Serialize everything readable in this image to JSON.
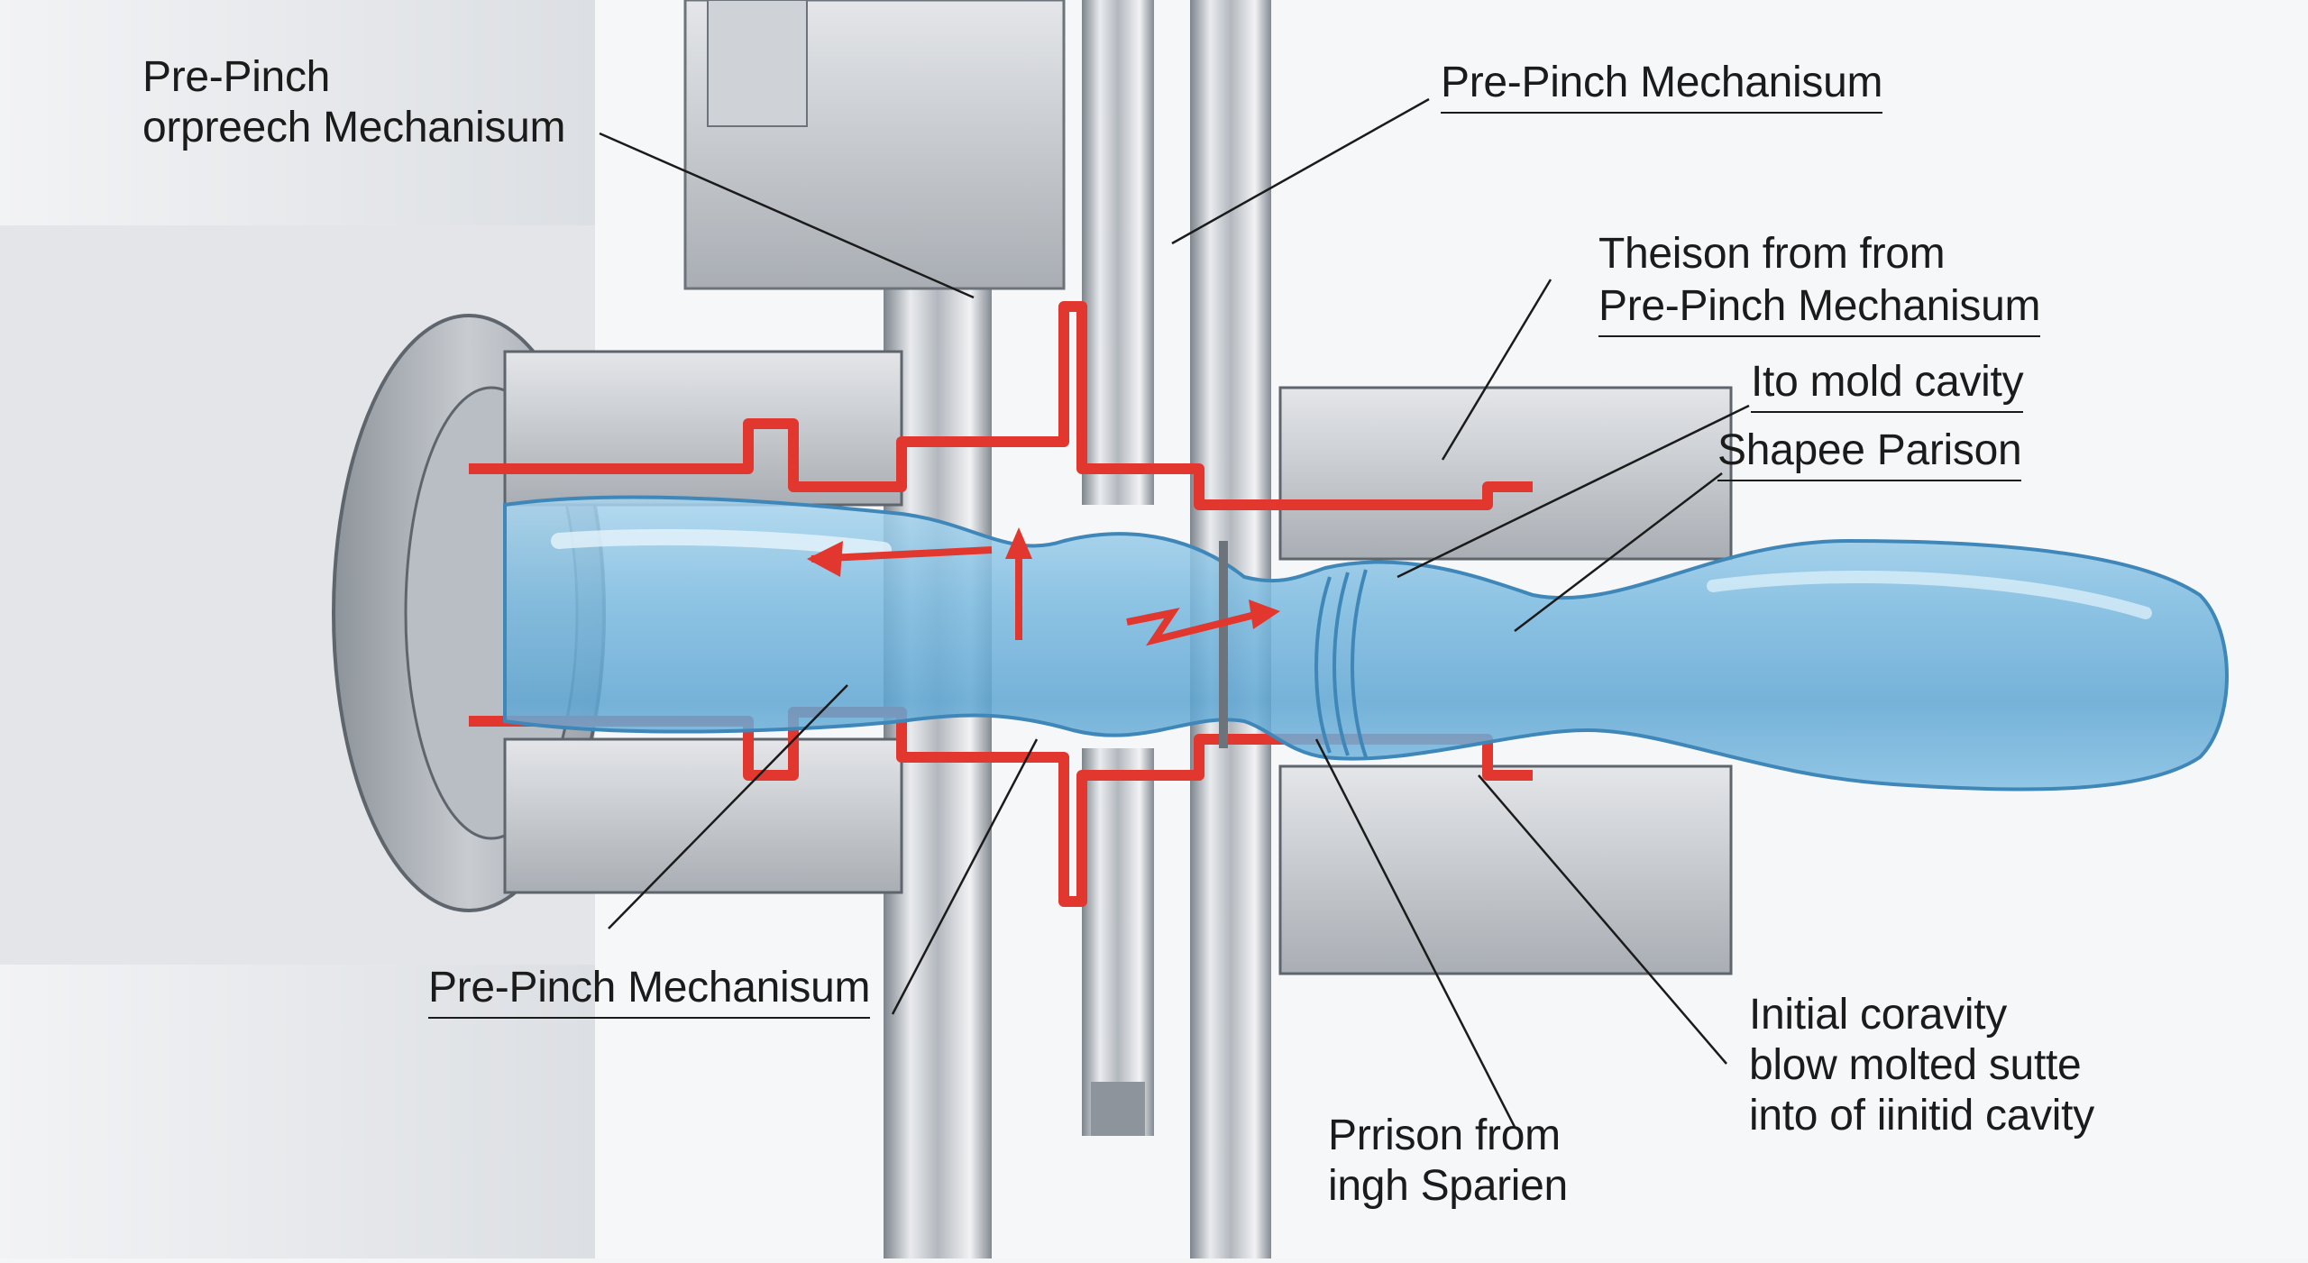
{
  "labels": {
    "top_left_line1": "Pre-Pinch",
    "top_left_line2": "orpreech Mechanisum",
    "top_right": "Pre-Pinch Mechanisum",
    "right1_line1": "Theison from from",
    "right1_line2": "Pre-Pinch Mechanisum",
    "right2": "Ito mold cavity",
    "right3": "Shapee Parison",
    "bottom_left": "Pre-Pinch Mechanisum",
    "bottom_center_line1": "Prrison from",
    "bottom_center_line2": "ingh Sparien",
    "bottom_right_line1": "Initial coravity",
    "bottom_right_line2": "blow molted sutte",
    "bottom_right_line3": "into of iinitid cavity"
  },
  "colors": {
    "steel_light": "#d7dade",
    "steel_dark": "#8a9097",
    "seal_red": "#e2372f",
    "parison_blue": "#6fb3d9",
    "leader_line": "#1b1b1b"
  }
}
